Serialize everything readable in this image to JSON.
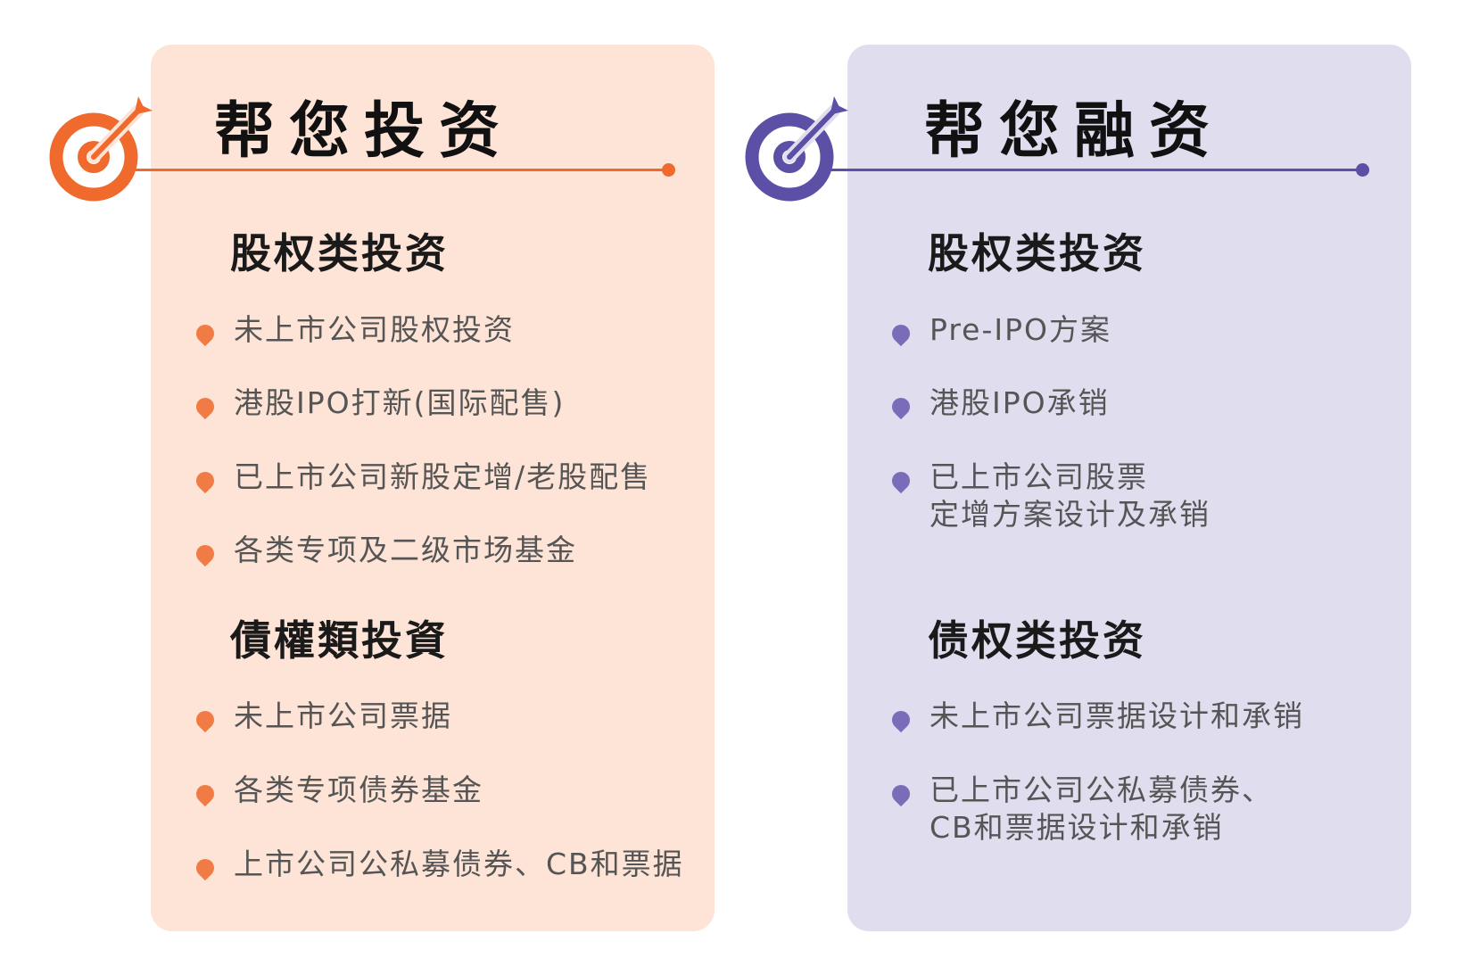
{
  "colors": {
    "left_accent": "#ef6a2c",
    "left_panel": "#fde4d6",
    "right_accent": "#5b4fa6",
    "right_panel": "#e0ddef"
  },
  "left": {
    "icon": "target-icon",
    "title": "帮您投资",
    "sections": [
      {
        "title": "股权类投资",
        "items": [
          "未上市公司股权投资",
          "港股IPO打新(国际配售)",
          "已上市公司新股定增/老股配售",
          "各类专项及二级市场基金"
        ]
      },
      {
        "title": "債權類投資",
        "items": [
          "未上市公司票据",
          "各类专项债券基金",
          "上市公司公私募债券、CB和票据"
        ]
      }
    ]
  },
  "right": {
    "icon": "target-icon",
    "title": "帮您融资",
    "sections": [
      {
        "title": "股权类投资",
        "items": [
          {
            "line1": "Pre-IPO方案",
            "line2": ""
          },
          {
            "line1": "港股IPO承销",
            "line2": ""
          },
          {
            "line1": "已上市公司股票",
            "line2": "定增方案设计及承销"
          }
        ]
      },
      {
        "title": "债权类投资",
        "items": [
          {
            "line1": "未上市公司票据设计和承销",
            "line2": ""
          },
          {
            "line1": "已上市公司公私募债券、",
            "line2": "CB和票据设计和承销"
          }
        ]
      }
    ]
  }
}
